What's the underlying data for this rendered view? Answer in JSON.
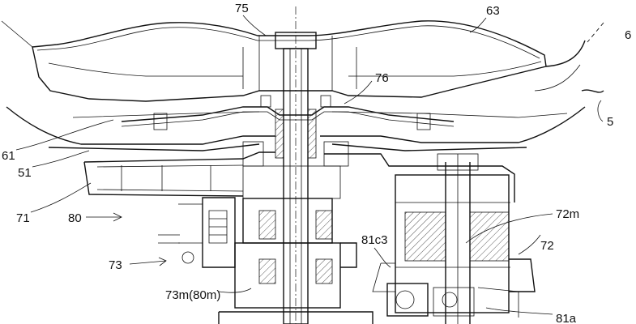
{
  "figure": {
    "labels": {
      "l75": "75",
      "l63": "63",
      "l6": "6",
      "l76": "76",
      "l5": "5",
      "l61": "61",
      "l51": "51",
      "l71": "71",
      "l80": "80",
      "l72m": "72m",
      "l72": "72",
      "l81c3": "81c3",
      "l73": "73",
      "l73m": "73m(80m)",
      "l81a": "81a"
    }
  }
}
